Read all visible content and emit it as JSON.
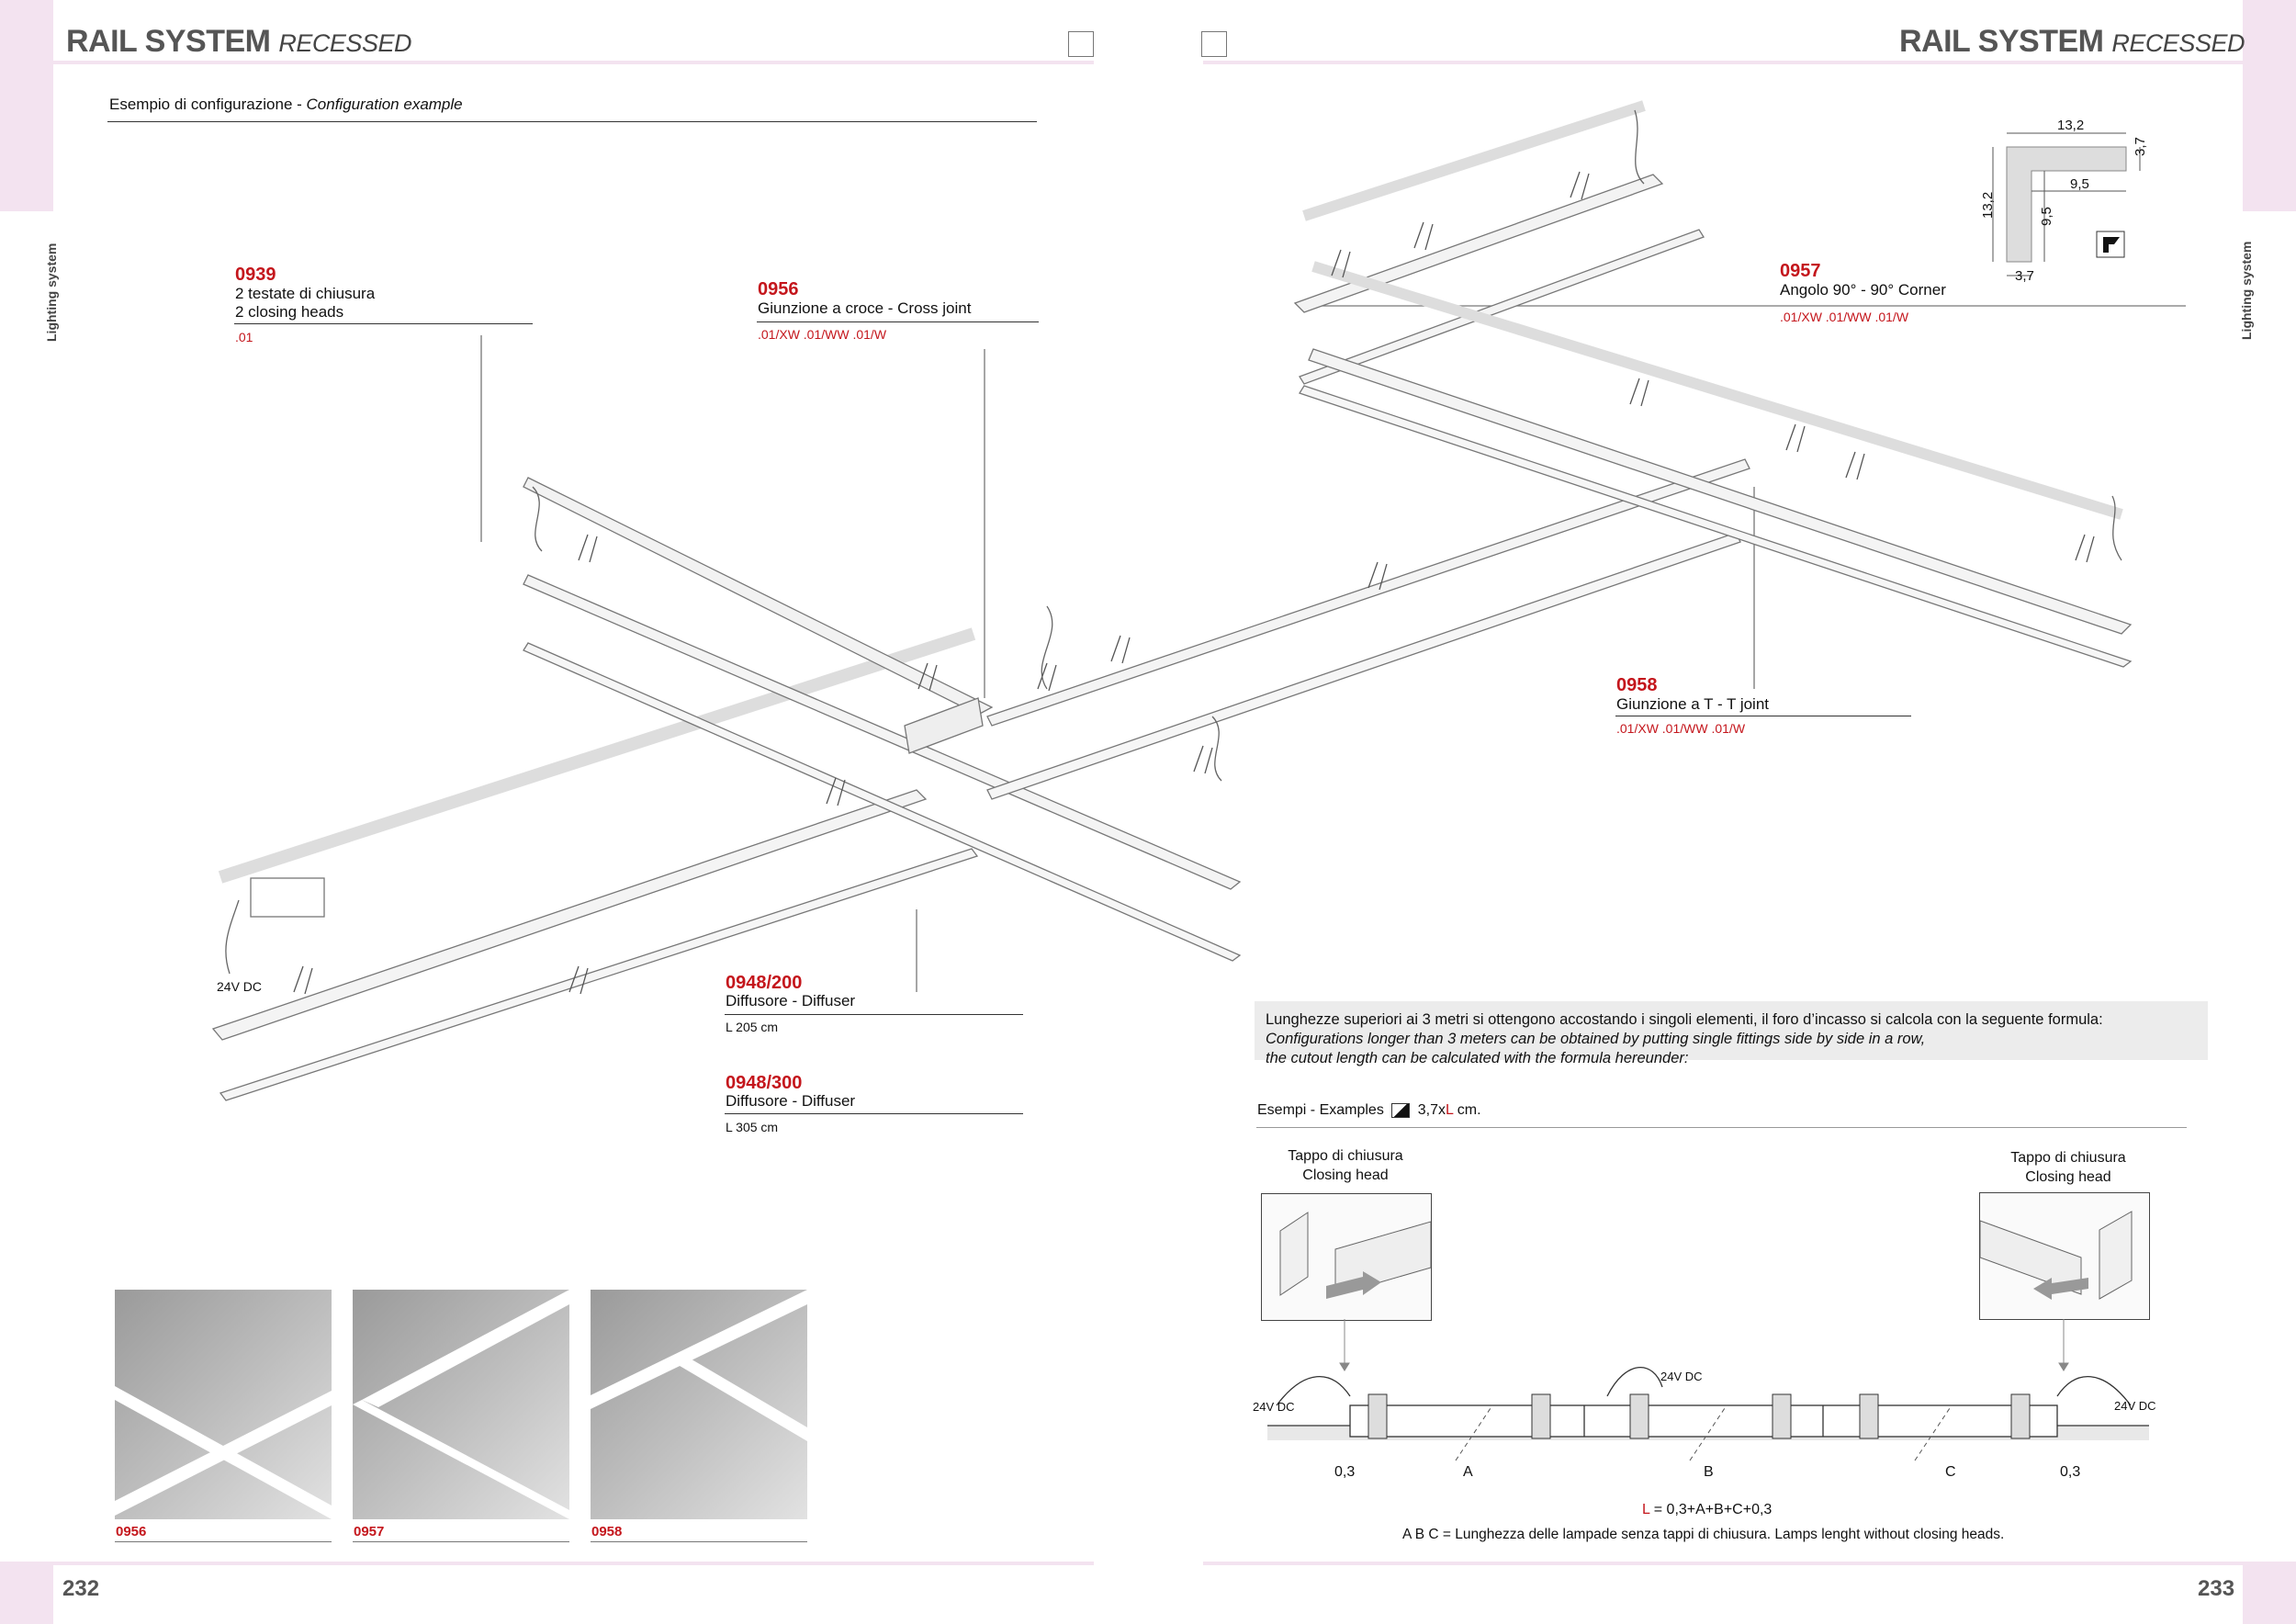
{
  "left_page": {
    "title_bold": "RAIL SYSTEM",
    "title_italic": "RECESSED",
    "side_label": "Lighting system",
    "page_number": "232",
    "config_heading_it": "Esempio di configurazione - ",
    "config_heading_en": "Configuration example",
    "callouts": [
      {
        "code": "0939",
        "line1": "2 testate di chiusura",
        "line2": "2 closing heads",
        "variants": ".01"
      },
      {
        "code": "0956",
        "line1": "Giunzione a croce - Cross joint",
        "line2": "",
        "variants": ".01/XW  .01/WW  .01/W"
      },
      {
        "code": "0948/200",
        "line1": "Diffusore - Diffuser",
        "line2": "",
        "variants": "L 205 cm"
      },
      {
        "code": "0948/300",
        "line1": "Diffusore - Diffuser",
        "line2": "",
        "variants": "L 305 cm"
      }
    ],
    "voltage_label": "24V DC",
    "photos": [
      {
        "code": "0956"
      },
      {
        "code": "0957"
      },
      {
        "code": "0958"
      }
    ]
  },
  "right_page": {
    "title_bold": "RAIL SYSTEM",
    "title_italic": "RECESSED",
    "side_label": "Lighting system",
    "page_number": "233",
    "callouts": [
      {
        "code": "0957",
        "line1": "Angolo 90° - 90° Corner",
        "variants": ".01/XW  .01/WW  .01/W"
      },
      {
        "code": "0958",
        "line1": "Giunzione a T - T joint",
        "variants": ".01/XW  .01/WW  .01/W"
      }
    ],
    "profile_dimensions": {
      "top": "13,2",
      "right": "3,7",
      "inner_h": "9,5",
      "left": "13,2",
      "inner_v": "9,5",
      "bottom": "3,7"
    },
    "note_it": "Lunghezze superiori ai 3 metri si ottengono accostando i singoli elementi, il foro d’incasso si calcola con la seguente formula:",
    "note_en_1": "Configurations longer than 3 meters can be obtained by putting single fittings side by side in a row,",
    "note_en_2": "the cutout length can be calculated with the formula hereunder:",
    "examples_label": "Esempi - Examples",
    "examples_formula_pre": "3,7x",
    "examples_formula_L": "L",
    "examples_formula_post": " cm.",
    "closing_head_left_it": "Tappo di chiusura",
    "closing_head_left_en": "Closing head",
    "closing_head_right_it": "Tappo di chiusura",
    "closing_head_right_en": "Closing head",
    "diagram_voltage_left": "24V DC",
    "diagram_voltage_mid": "24V DC",
    "diagram_voltage_right": "24V DC",
    "dim_labels": [
      "0,3",
      "A",
      "B",
      "C",
      "0,3"
    ],
    "formula_L": "L",
    "formula_rest": " = 0,3+A+B+C+0,3",
    "formula_note": "A B C = Lunghezza delle lampade senza tappi di chiusura. Lamps lenght without closing heads."
  }
}
